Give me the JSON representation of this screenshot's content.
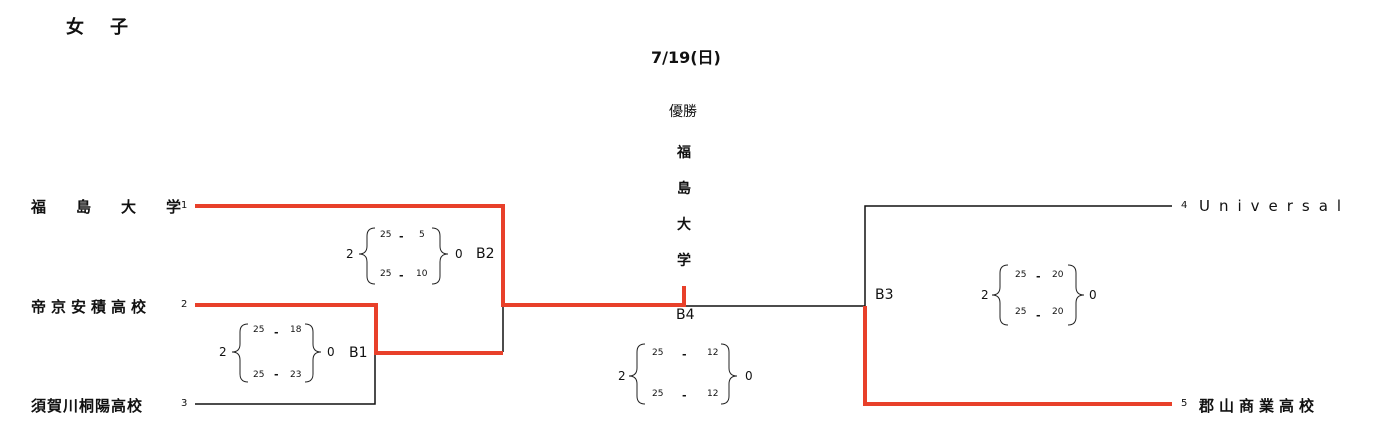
{
  "page": {
    "division_title": "女子",
    "date": "7/19(日)"
  },
  "champion": {
    "label": "優勝",
    "name_chars": [
      "福",
      "島",
      "大",
      "学"
    ]
  },
  "colors": {
    "winner_line": "#e8402a",
    "loser_line": "#111111"
  },
  "teams": [
    {
      "seed": "1",
      "name": "福島大学"
    },
    {
      "seed": "2",
      "name": "帝京安積高校"
    },
    {
      "seed": "3",
      "name": "須賀川桐陽高校"
    },
    {
      "seed": "4",
      "name": "Universal"
    },
    {
      "seed": "5",
      "name": "郡山商業高校"
    }
  ],
  "matches": [
    {
      "id": "B1",
      "sets_left": "2",
      "sets_right": "0",
      "set_scores": [
        {
          "left": "25",
          "right": "18"
        },
        {
          "left": "25",
          "right": "23"
        }
      ]
    },
    {
      "id": "B2",
      "sets_left": "2",
      "sets_right": "0",
      "set_scores": [
        {
          "left": "25",
          "right": "5"
        },
        {
          "left": "25",
          "right": "10"
        }
      ]
    },
    {
      "id": "B3",
      "sets_left": "2",
      "sets_right": "0",
      "set_scores": [
        {
          "left": "25",
          "right": "20"
        },
        {
          "left": "25",
          "right": "20"
        }
      ]
    },
    {
      "id": "B4",
      "sets_left": "2",
      "sets_right": "0",
      "set_scores": [
        {
          "left": "25",
          "right": "12"
        },
        {
          "left": "25",
          "right": "12"
        }
      ]
    }
  ],
  "score_separator": "-"
}
